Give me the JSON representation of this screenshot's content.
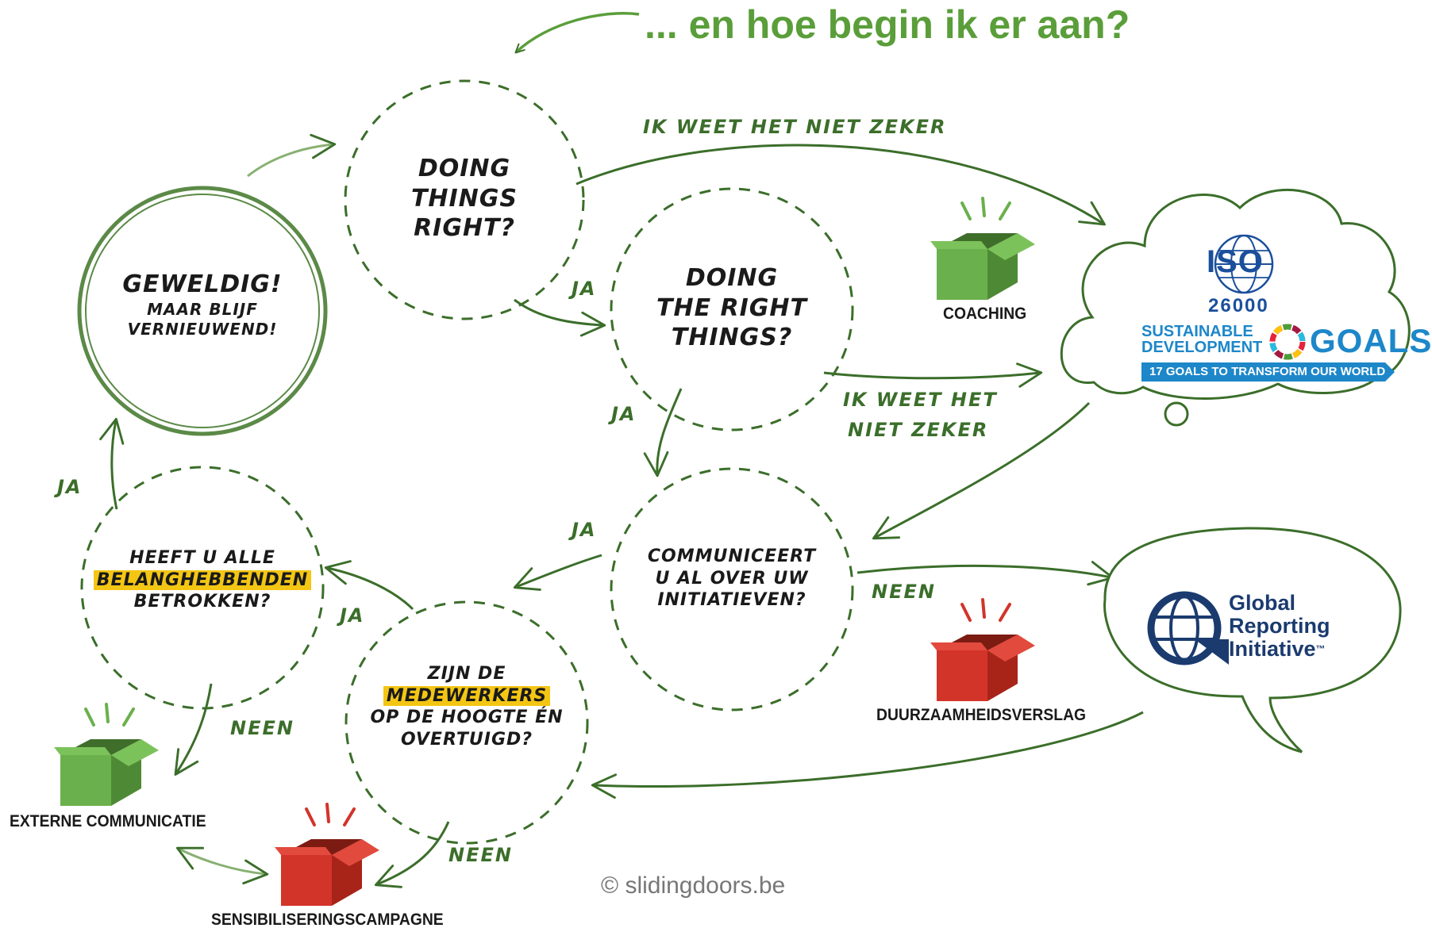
{
  "colors": {
    "green_dark": "#3b6e2a",
    "green_light": "#5a9e3a",
    "box_green": "#6ab04c",
    "box_red": "#d2342a",
    "highlight": "#f3c614",
    "sdg_blue": "#1d87c9"
  },
  "title": "... en hoe begin ik er aan?",
  "nodes": {
    "doing_things_right": [
      "DOING",
      "THINGS",
      "RIGHT?"
    ],
    "doing_right_things": [
      "DOING",
      "THE RIGHT",
      "THINGS?"
    ],
    "geweldig": [
      "GEWELDIG!",
      "MAAR BLIJF",
      "VERNIEUWEND!"
    ],
    "communiceert": [
      "COMMUNICEERT",
      "U AL OVER UW",
      "INITIATIEVEN?"
    ],
    "stakeholders": {
      "line1": "HEEFT U ALLE",
      "highlight": "BELANGHEBBENDEN",
      "line3": "BETROKKEN?"
    },
    "medewerkers": {
      "line1": "ZIJN DE",
      "highlight": "MEDEWERKERS",
      "line3": "OP DE HOOGTE ÉN",
      "line4": "OVERTUIGD?"
    }
  },
  "arrow_labels": {
    "niet_zeker_top": "IK WEET HET NIET ZEKER",
    "ja_1": "JA",
    "ja_2": "JA",
    "niet_zeker_mid_1": "IK WEET HET",
    "niet_zeker_mid_2": "NIET ZEKER",
    "ja_3": "JA",
    "neen_1": "NEEN",
    "ja_4": "JA",
    "ja_5": "JA",
    "neen_2": "NEEN",
    "neen_3": "NEEN"
  },
  "tools": {
    "coaching": "COACHING",
    "duurzaamheidsverslag": "DUURZAAMHEIDSVERSLAG",
    "externe_communicatie": "EXTERNE COMMUNICATIE",
    "sensibiliseringscampagne": "SENSIBILISERINGSCAMPAGNE"
  },
  "cloud": {
    "iso": "ISO",
    "iso_number": "26000",
    "sdg_line1": "SUSTAINABLE",
    "sdg_line2": "DEVELOPMENT",
    "sdg_goals": "GOALS",
    "sdg_banner": "17 GOALS TO TRANSFORM OUR WORLD"
  },
  "gri": {
    "line1": "Global",
    "line2": "Reporting",
    "line3": "Initiative",
    "tm": "™"
  },
  "copyright": "© slidingdoors.be"
}
